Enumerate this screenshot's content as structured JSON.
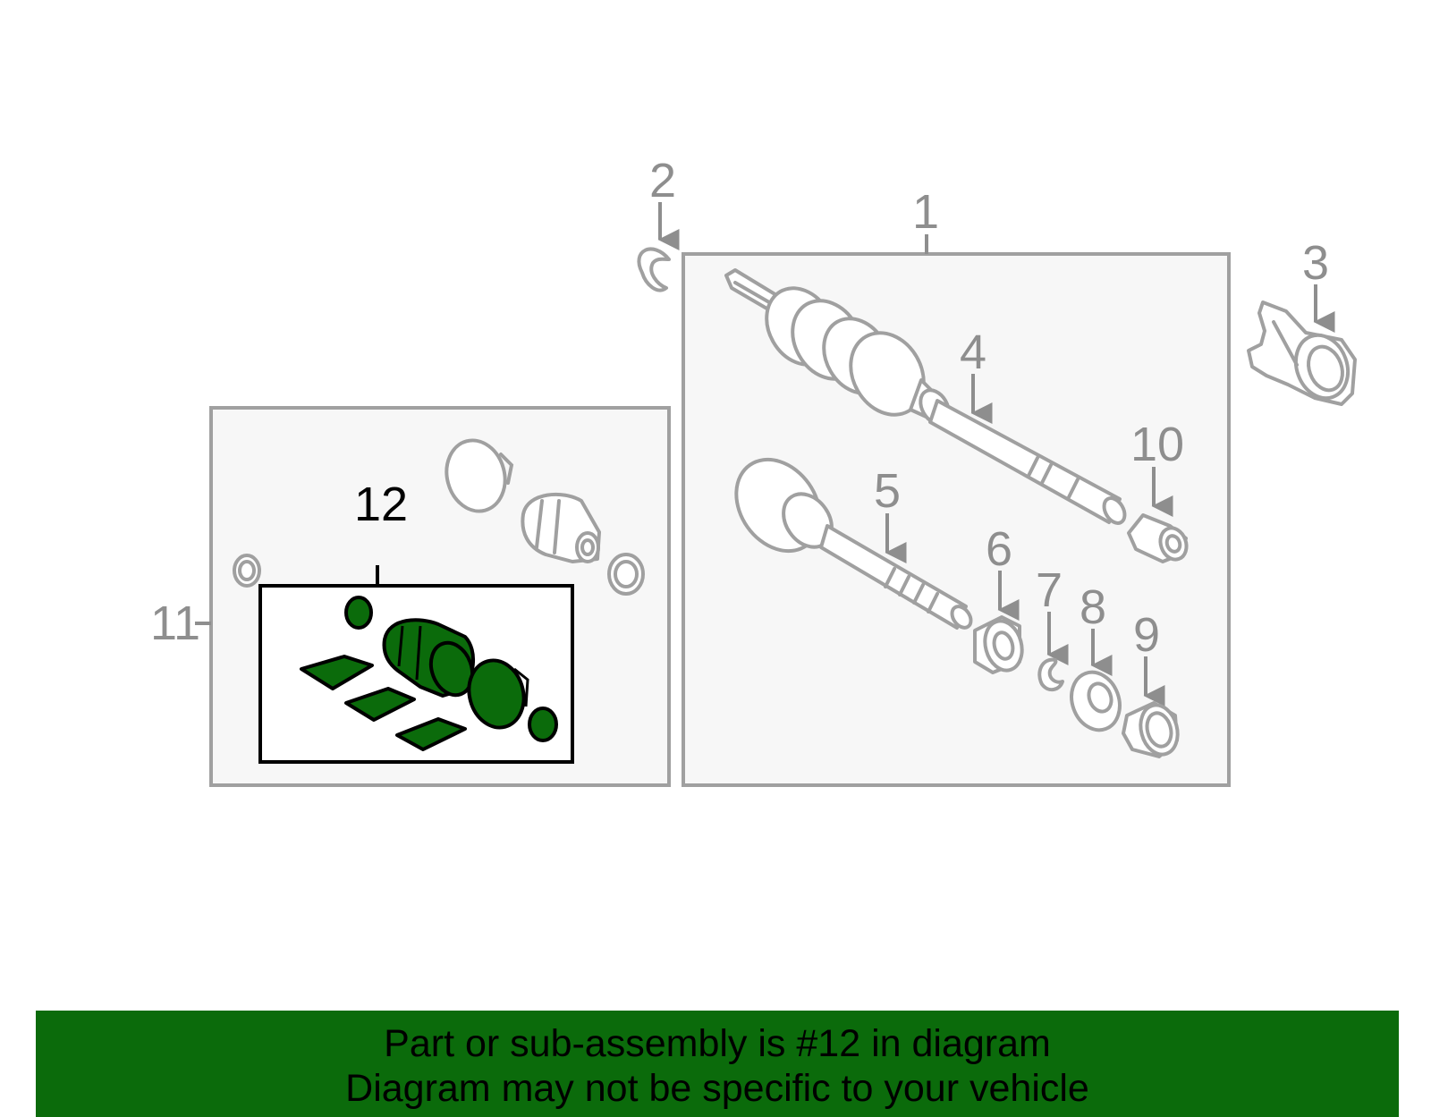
{
  "callouts": {
    "c1": "1",
    "c2": "2",
    "c3": "3",
    "c4": "4",
    "c5": "5",
    "c6": "6",
    "c7": "7",
    "c8": "8",
    "c9": "9",
    "c10": "10",
    "c11": "11",
    "c12": "12"
  },
  "highlight": {
    "part_number": "12",
    "color": "#0b6b0b"
  },
  "colors": {
    "outline": "#a0a0a0",
    "label": "#8e8e8e",
    "box_fill": "#f7f7f7",
    "banner": "#0b6b0b"
  },
  "banner": {
    "line1": "Part or sub-assembly is #12 in diagram",
    "line2": "Diagram may not be specific to your vehicle"
  }
}
